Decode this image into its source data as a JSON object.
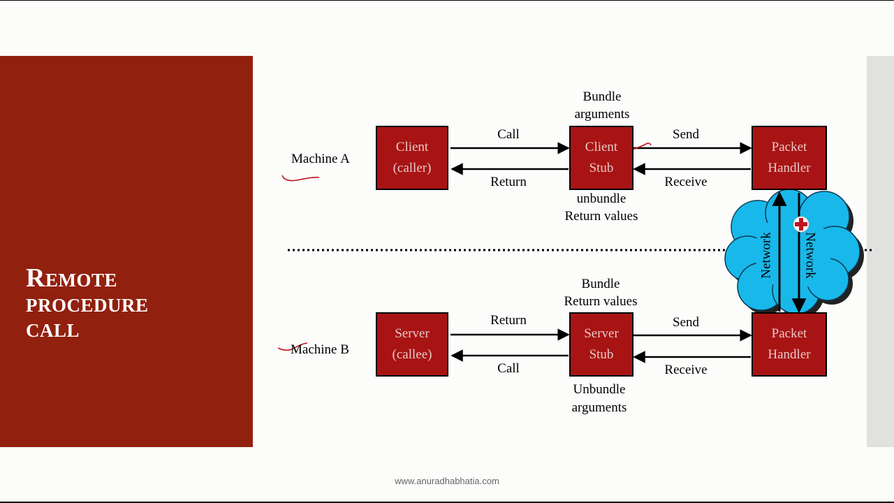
{
  "slide": {
    "title_cap1": "R",
    "title_rest1": "EMOTE",
    "title_line2": "PROCEDURE",
    "title_line3": "CALL",
    "footer": "www.anuradhabhatia.com"
  },
  "colors": {
    "panel": "#92200f",
    "box": "#a81414",
    "cloud": "#19b8ea",
    "annotation": "#c0131f"
  },
  "diagram": {
    "machine_a": "Machine A",
    "machine_b": "Machine B",
    "top": {
      "client_line1": "Client",
      "client_line2": "(caller)",
      "stub_line1": "Client",
      "stub_line2": "Stub",
      "handler_line1": "Packet",
      "handler_line2": "Handler",
      "call": "Call",
      "return": "Return",
      "send": "Send",
      "receive": "Receive",
      "above_stub_1": "Bundle",
      "above_stub_2": "arguments",
      "below_stub_1": "unbundle",
      "below_stub_2": "Return values"
    },
    "bottom": {
      "server_line1": "Server",
      "server_line2": "(callee)",
      "stub_line1": "Server",
      "stub_line2": "Stub",
      "handler_line1": "Packet",
      "handler_line2": "Handler",
      "return": "Return",
      "call": "Call",
      "send": "Send",
      "receive": "Receive",
      "above_stub_1": "Bundle",
      "above_stub_2": "Return values",
      "below_stub_1": "Unbundle",
      "below_stub_2": "arguments"
    },
    "network_up": "Network",
    "network_down": "Network"
  }
}
